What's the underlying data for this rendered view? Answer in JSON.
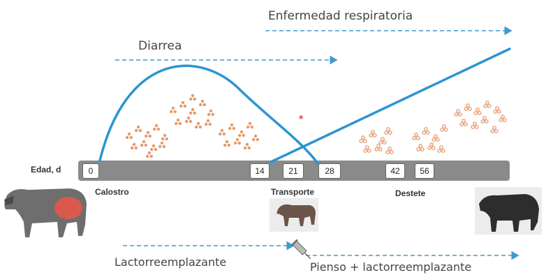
{
  "title_partial": "",
  "labels": {
    "respiratory": "Enfermedad respiratoria",
    "diarrhea": "Diarrea",
    "age": "Edad, d",
    "colostrum": "Calostro",
    "transport": "Transporte",
    "weaning": "Destete",
    "milk_replacer": "Lactorreemplazante",
    "feed_replacer": "Pienso + lactorreemplazante",
    "asterisk": "*"
  },
  "days": [
    "0",
    "14",
    "21",
    "28",
    "42",
    "56"
  ],
  "colors": {
    "curve": "#2b95d3",
    "arrow": "#3d9ad1",
    "bar": "#8a8a8a",
    "particles": "#e59a6a",
    "asterisk": "#d9534f"
  },
  "images": {
    "cow_with_rumen": "cow-with-rumen-image",
    "young_calf": "calf-image",
    "bull": "bull-image",
    "syringe": "syringe-icon"
  }
}
